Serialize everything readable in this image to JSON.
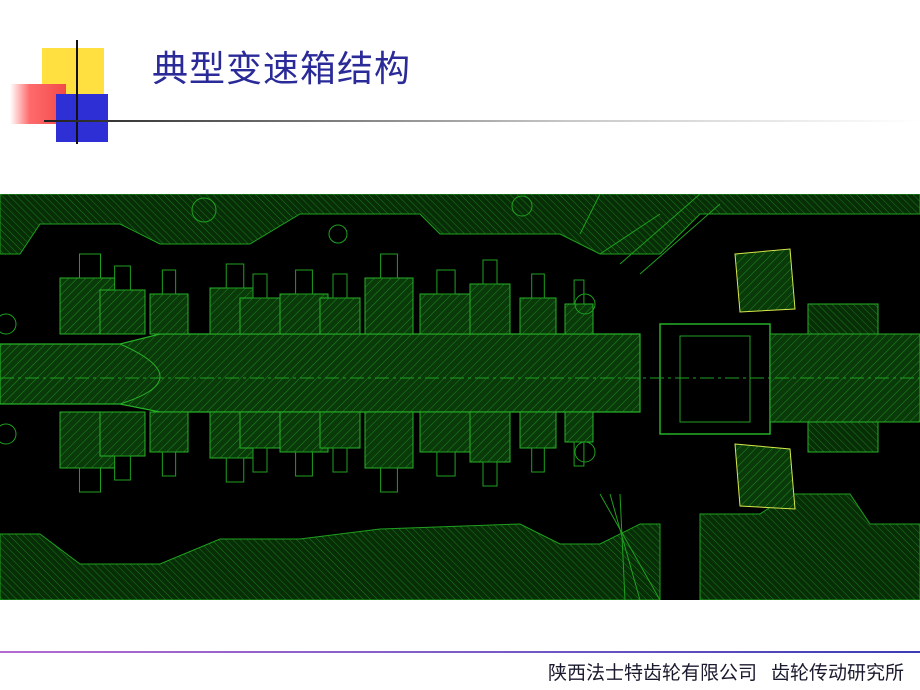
{
  "slide": {
    "title": "典型变速箱结构",
    "footer_company": "陕西法士特齿轮有限公司",
    "footer_institute": "齿轮传动研究所"
  },
  "drawing": {
    "background_color": "#000000",
    "line_color": "#1fa01f",
    "hatch_color": "#0f5a0f",
    "accent_color": "#d7e84a"
  },
  "logo": {
    "colors": [
      "#ffe040",
      "#f24a4a",
      "#2f2fd6"
    ]
  }
}
